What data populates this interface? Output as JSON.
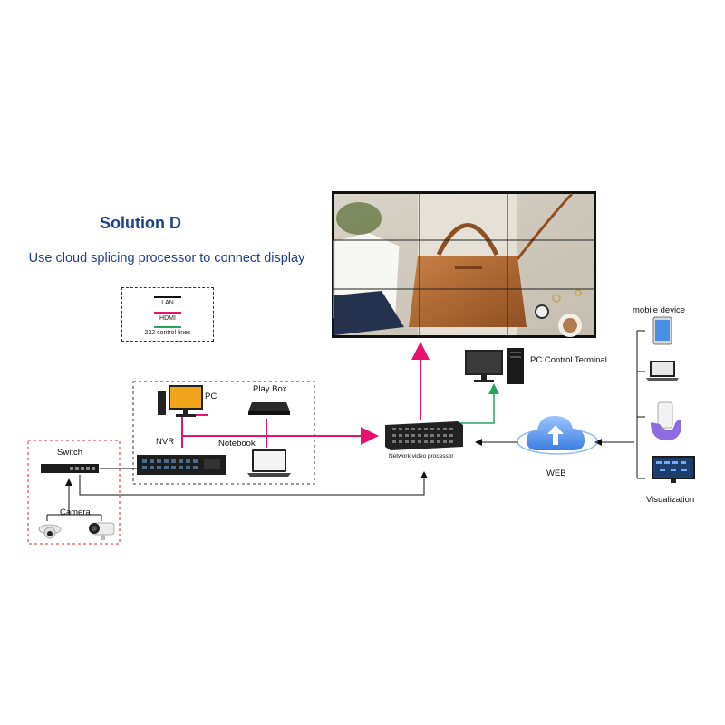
{
  "title": "Solution D",
  "subtitle": "Use cloud splicing processor to connect display",
  "legend": {
    "lan": "LAN",
    "hdmi": "HDMI",
    "control": "232 control lines"
  },
  "labels": {
    "pc": "PC",
    "play_box": "Play Box",
    "nvr": "NVR",
    "notebook": "Notebook",
    "switch": "Switch",
    "camera": "Camera",
    "network_video_processor": "Network video processor",
    "pc_control_terminal": "PC Control Terminal",
    "web": "WEB",
    "mobile_device": "mobile device",
    "visualization": "Visualization"
  },
  "colors": {
    "hdmi": "#e6136f",
    "lan": "#111111",
    "control": "#27a55a",
    "dash_red": "#d92c2c",
    "title": "#1f3f8f"
  }
}
